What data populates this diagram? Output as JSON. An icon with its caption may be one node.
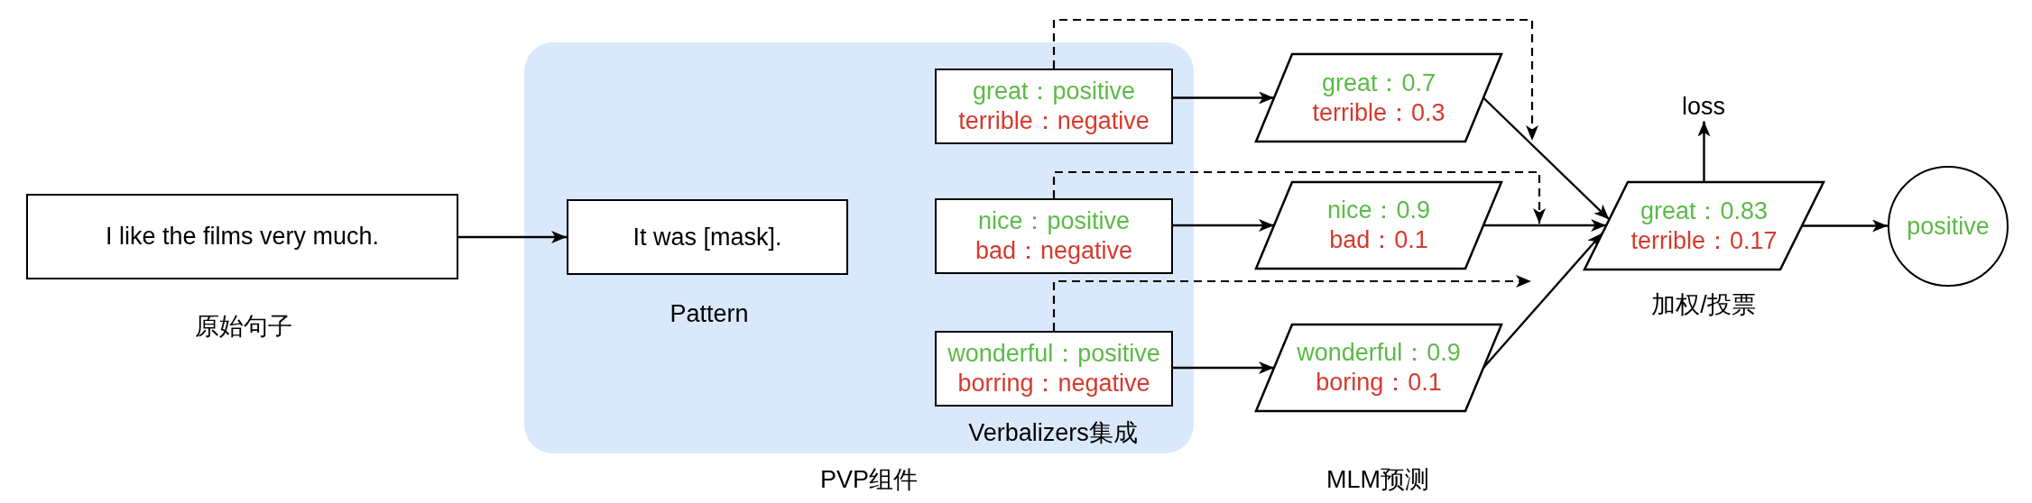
{
  "diagram": {
    "nodes": [
      {
        "text": [
          "I like the films very much."
        ],
        "beside": [
          "原始句子"
        ]
      },
      {
        "text": [
          "PVP组件"
        ]
      },
      {
        "text": [
          "It was [mask]."
        ],
        "in": 1,
        "beside": [
          "Pattern"
        ]
      },
      {
        "text": [
          "great：positive",
          "terrible：negative"
        ],
        "in": 1
      },
      {
        "text": [
          "nice：positive",
          "bad：negative"
        ],
        "in": 1
      },
      {
        "text": [
          "wonderful：positive",
          "borring：negative"
        ],
        "in": 1
      },
      {
        "text": [
          "great：0.7",
          "terrible：0.3"
        ]
      },
      {
        "text": [
          "nice：0.9",
          "bad：0.1"
        ]
      },
      {
        "text": [
          "wonderful：0.9",
          "boring：0.1"
        ]
      },
      {
        "text": [
          "great：0.83",
          "terrible：0.17"
        ],
        "beside": [
          "加权/投票"
        ]
      },
      {
        "text": [
          "loss"
        ]
      },
      {
        "text": [
          "positive"
        ]
      }
    ],
    "edges": [
      {
        "from": 0,
        "to": 2,
        "arrow": "to"
      },
      {
        "from": 3,
        "to": 6,
        "arrow": "to"
      },
      {
        "from": 4,
        "to": 7,
        "arrow": "to"
      },
      {
        "from": 5,
        "to": 8,
        "arrow": "to"
      },
      {
        "from": 6,
        "to": 9,
        "arrow": "to"
      },
      {
        "from": 7,
        "to": 9,
        "arrow": "to"
      },
      {
        "from": 8,
        "to": 9,
        "arrow": "to"
      },
      {
        "from": 9,
        "to": 10,
        "arrow": "to"
      },
      {
        "from": 9,
        "to": 11,
        "arrow": "to"
      },
      {
        "from": 3,
        "to": null,
        "arrow": "to",
        "style": "dashed"
      },
      {
        "from": 4,
        "to": null,
        "arrow": "to",
        "style": "dashed"
      },
      {
        "from": 5,
        "to": null,
        "arrow": "to",
        "style": "dashed"
      }
    ],
    "labels": [
      "Verbalizers集成",
      "MLM预测"
    ]
  }
}
